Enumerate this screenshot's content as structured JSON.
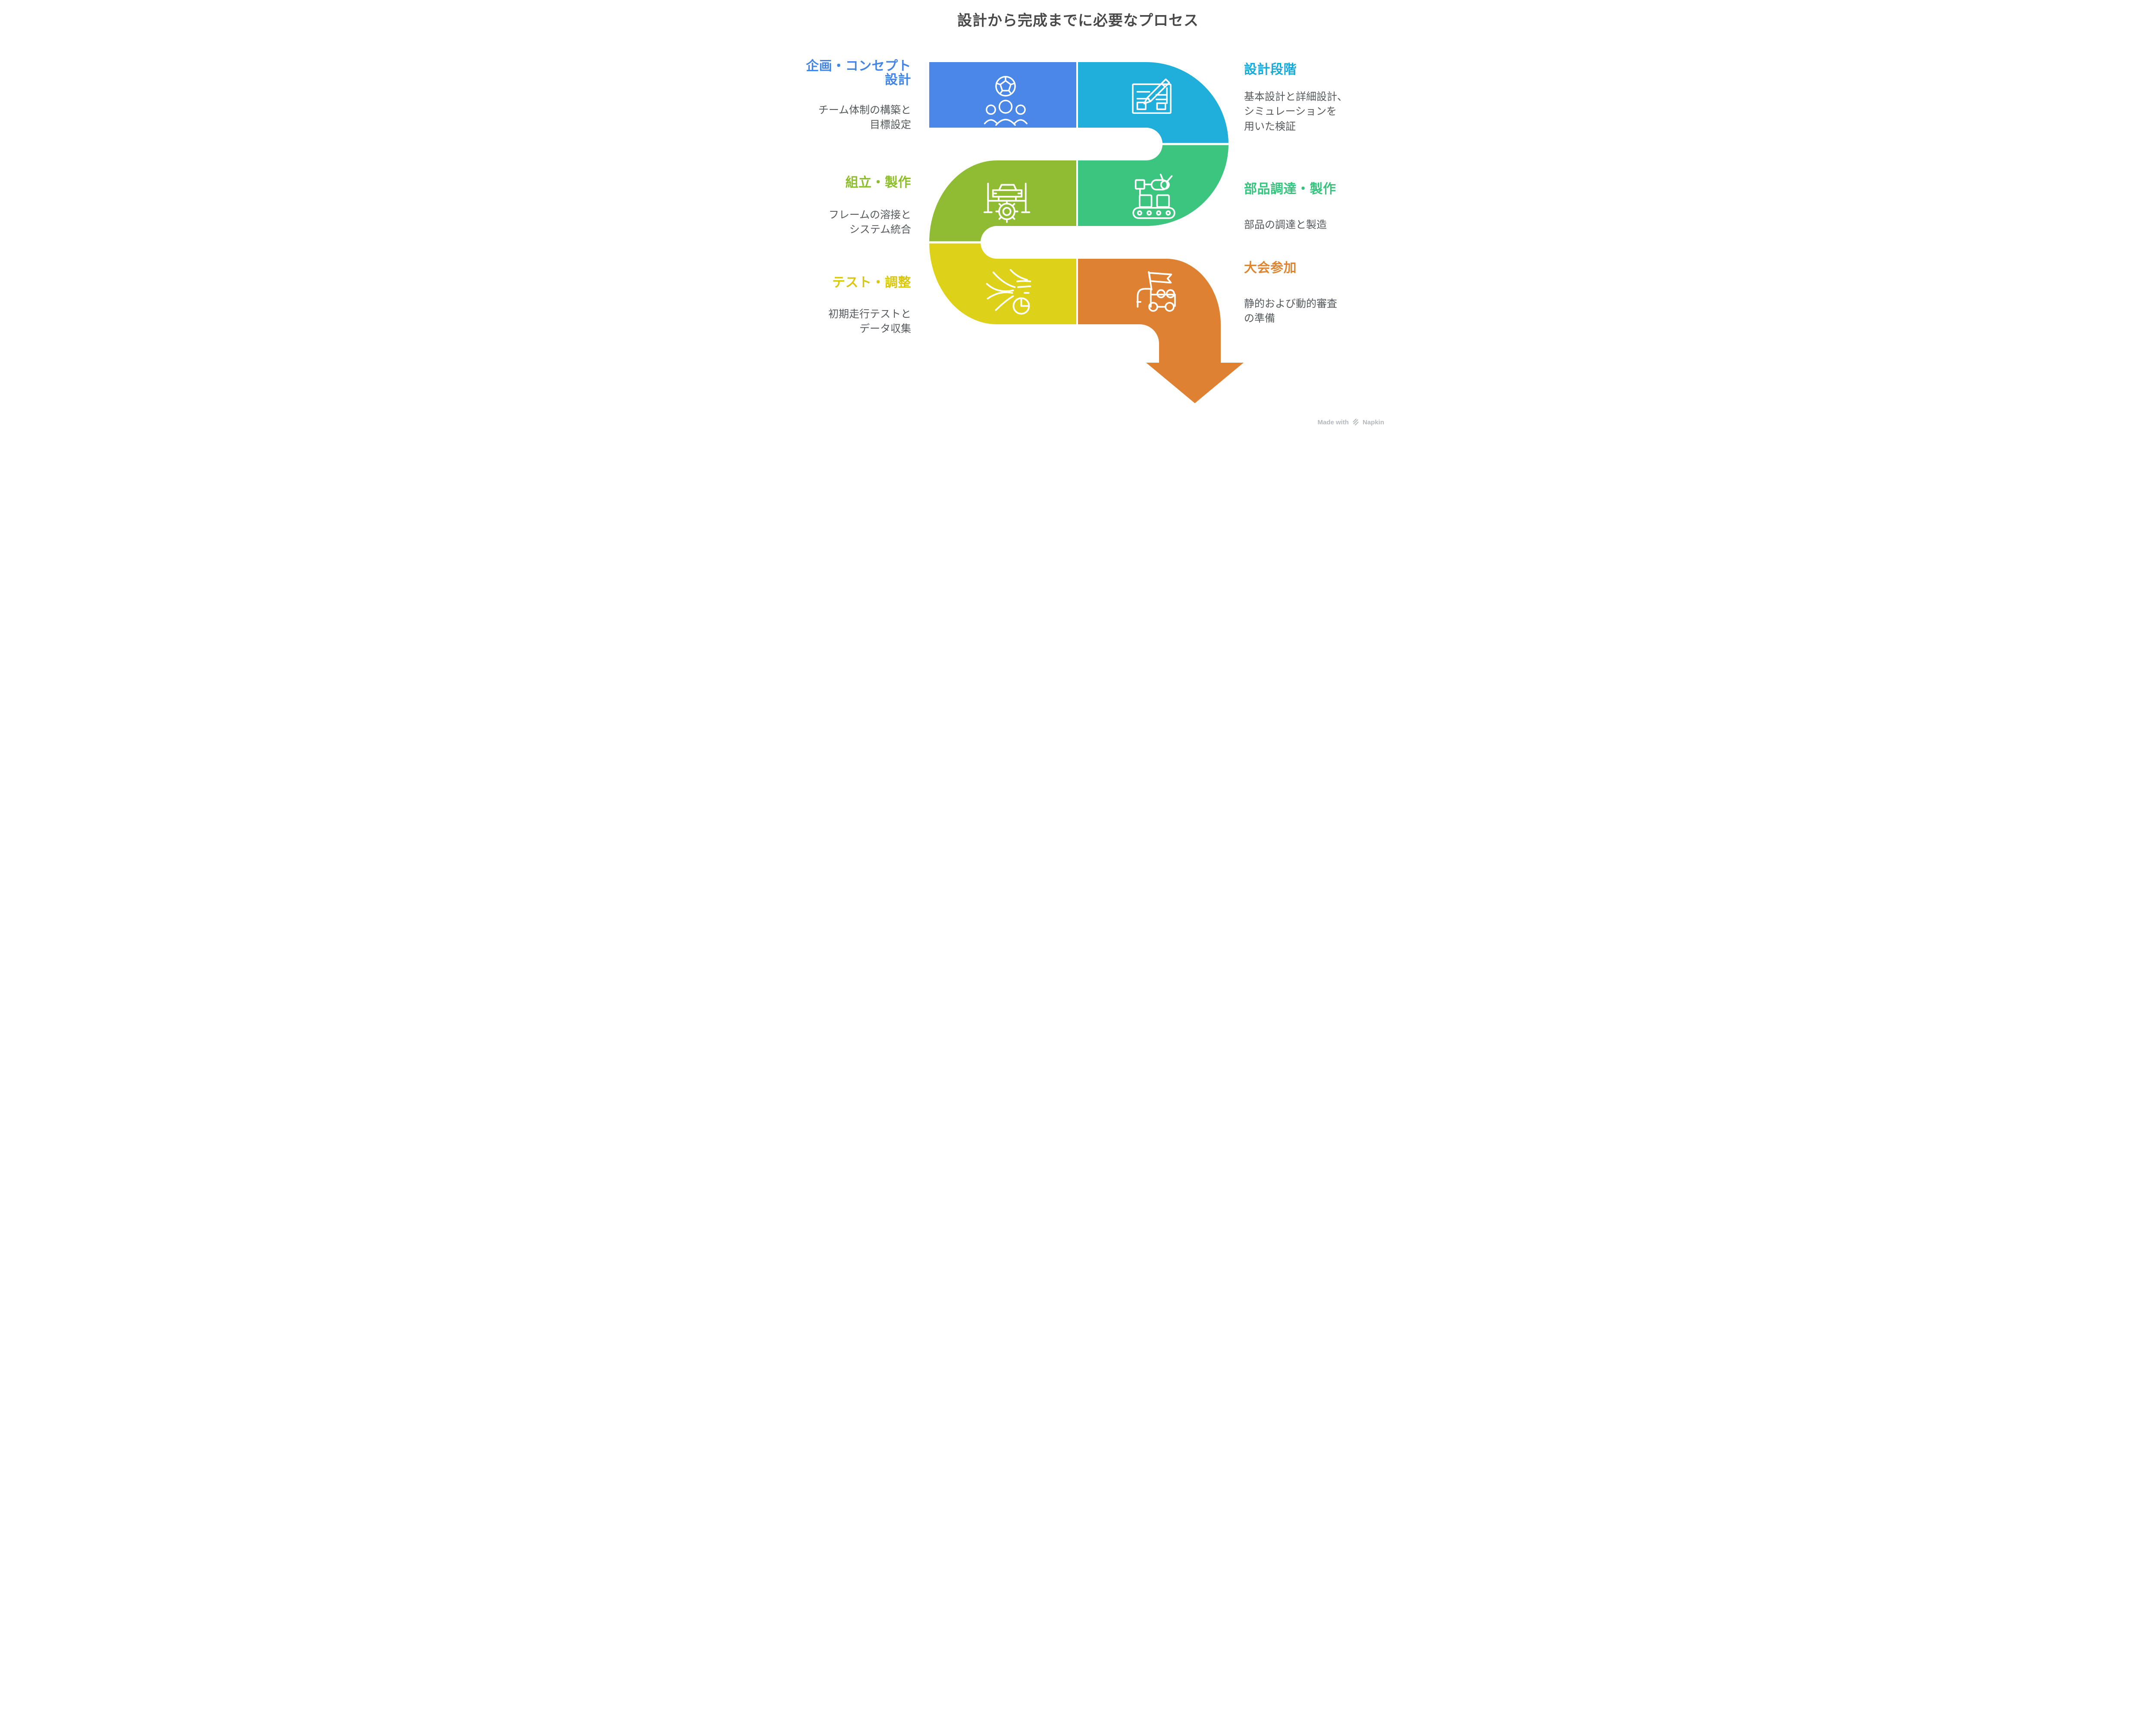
{
  "title": "設計から完成までに必要なプロセス",
  "watermark": {
    "made_with": "Made with",
    "brand": "Napkin"
  },
  "steps": [
    {
      "id": "planning-concept",
      "order": 1,
      "side": "left",
      "title": "企画・コンセプト設計",
      "title_lines": "企画・コンセプト\n設計",
      "description": "チーム体制の構築と\n目標設定",
      "color": "#4a87e6",
      "label_color": "#4285e4",
      "icon": "soccer-ball-team-icon"
    },
    {
      "id": "design-phase",
      "order": 2,
      "side": "right",
      "title": "設計段階",
      "title_lines": "設計段階",
      "description": "基本設計と詳細設計、\nシミュレーションを\n用いた検証",
      "color": "#20aeda",
      "label_color": "#17abdc",
      "icon": "blueprint-pencil-icon"
    },
    {
      "id": "parts-procurement",
      "order": 3,
      "side": "right",
      "title": "部品調達・製作",
      "title_lines": "部品調達・製作",
      "description": "部品の調達と製造",
      "color": "#3cc57e",
      "label_color": "#35c47e",
      "icon": "robot-arm-conveyor-icon"
    },
    {
      "id": "assembly",
      "order": 4,
      "side": "left",
      "title": "組立・製作",
      "title_lines": "組立・製作",
      "description": "フレームの溶接と\nシステム統合",
      "color": "#8fbc33",
      "label_color": "#8cbd2b",
      "icon": "car-lift-gear-icon"
    },
    {
      "id": "testing-tuning",
      "order": 5,
      "side": "left",
      "title": "テスト・調整",
      "title_lines": "テスト・調整",
      "description": "初期走行テストと\nデータ収集",
      "color": "#ddd11a",
      "label_color": "#d9c60f",
      "icon": "aerodynamics-wind-icon"
    },
    {
      "id": "competition",
      "order": 6,
      "side": "right",
      "title": "大会参加",
      "title_lines": "大会参加",
      "description": "静的および動的審査\nの準備",
      "color": "#de8132",
      "label_color": "#df852e",
      "icon": "truck-flag-icon"
    }
  ]
}
